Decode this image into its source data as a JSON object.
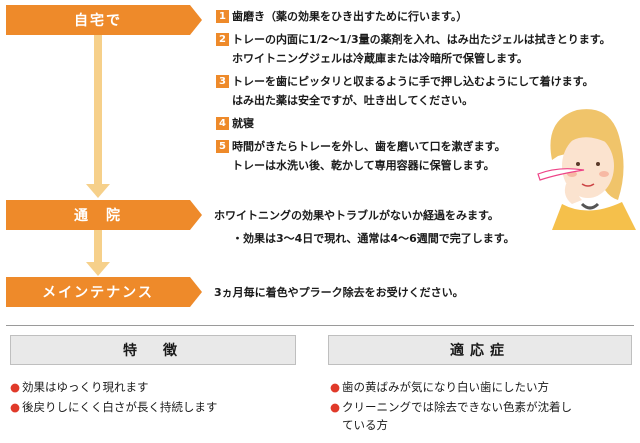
{
  "stages": {
    "home": "自宅で",
    "clinic": "通　院",
    "maintenance": "メインテナンス"
  },
  "home_steps": [
    {
      "num": "1",
      "text": "歯磨き（薬の効果をひき出すために行います。）",
      "sub": ""
    },
    {
      "num": "2",
      "text": "トレーの内面に1/2～1/3量の薬剤を入れ、はみ出たジェルは拭きとります。",
      "sub": "ホワイトニングジェルは冷蔵庫または冷暗所で保管します。"
    },
    {
      "num": "3",
      "text": "トレーを歯にピッタリと収まるように手で押し込むようにして着けます。",
      "sub": "はみ出た薬は安全ですが、吐き出してください。"
    },
    {
      "num": "4",
      "text": "就寝",
      "sub": ""
    },
    {
      "num": "5",
      "text": "時間がきたらトレーを外し、歯を磨いて口を漱ぎます。",
      "sub": "トレーは水洗い後、乾かして専用容器に保管します。"
    }
  ],
  "clinic": {
    "text": "ホワイトニングの効果やトラブルがないか経過をみます。",
    "sub": "・効果は3～4日で現れ、通常は4～6週間で完了します。"
  },
  "maintenance": {
    "text": "3ヵ月毎に着色やプラーク除去をお受けください。"
  },
  "features": {
    "title": "特　徴",
    "items": [
      "効果はゆっくり現れます",
      "後戻りしにくく白さが長く持続します"
    ]
  },
  "indications": {
    "title": "適応症",
    "items": [
      "歯の黄ばみが気になり白い歯にしたい方",
      "クリーニングでは除去できない色素が沈着し",
      "ている方"
    ]
  },
  "colors": {
    "accent": "#ee8a2a",
    "arrow": "#f6d08a",
    "bullet": "#e03a2a"
  }
}
